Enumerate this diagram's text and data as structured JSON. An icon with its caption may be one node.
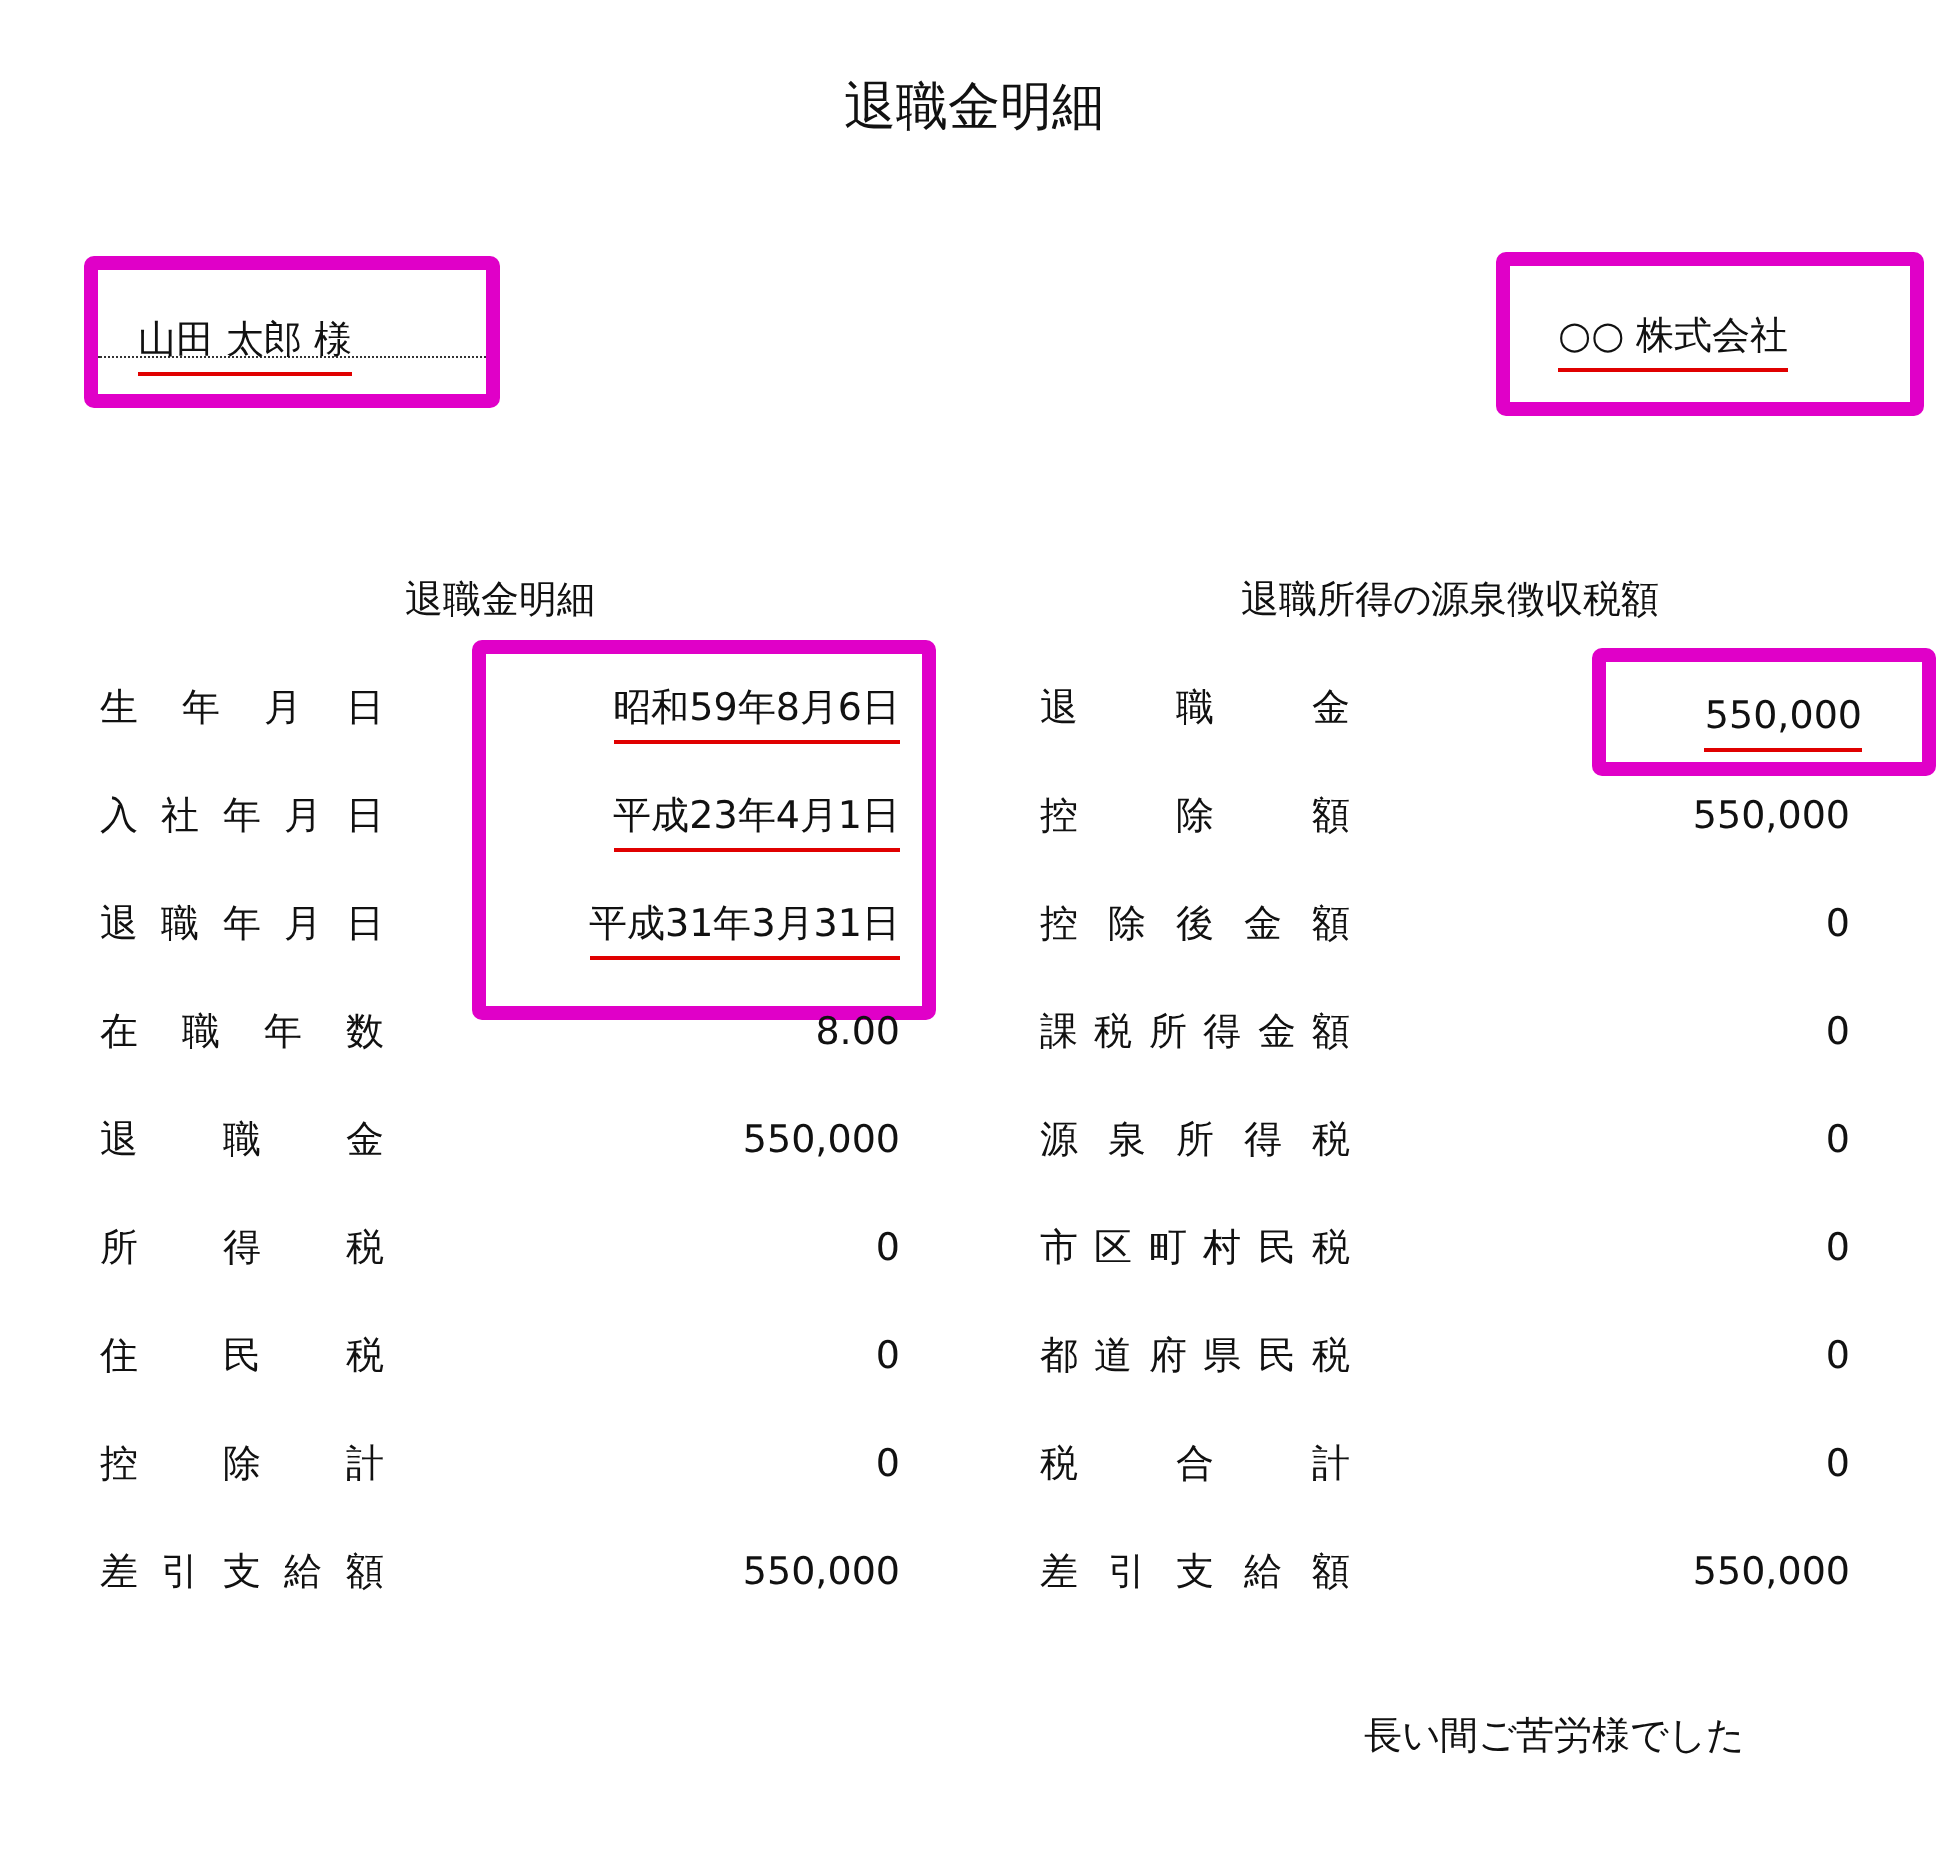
{
  "diagram": {
    "title": "退職金明細",
    "nodes": [
      {
        "text": [
          "山田 太郎 様"
        ]
      },
      {
        "text": [
          "○○ 株式会社"
        ]
      },
      {
        "text": [
          "昭和59年8月6日",
          "平成23年4月1日",
          "平成31年3月31日"
        ]
      },
      {
        "text": [
          "550,000"
        ]
      }
    ],
    "labels": [
      "退職金明細",
      "退職所得の源泉徴収税額",
      "生 年 月 日",
      "退 職 金",
      "入 社 年 月 日",
      "控 除 額",
      "550,000",
      "退 職 年 月 日",
      "控 除 後 金 額",
      "0",
      "在 職 年 数",
      "8.00",
      "課 税 所 得 金 額",
      "0",
      "退 職 金",
      "550,000",
      "源 泉 所 得 税",
      "0",
      "所 得 税",
      "0",
      "市 区 町 村 民 税",
      "0",
      "住 民 税",
      "0",
      "都 道 府 県 民 税",
      "0",
      "控 除 計",
      "0",
      "税 合 計",
      "0",
      "差 引 支 給 額",
      "550,000",
      "差 引 支 給 額",
      "550,000",
      "長い間ご苦労様でした"
    ]
  }
}
